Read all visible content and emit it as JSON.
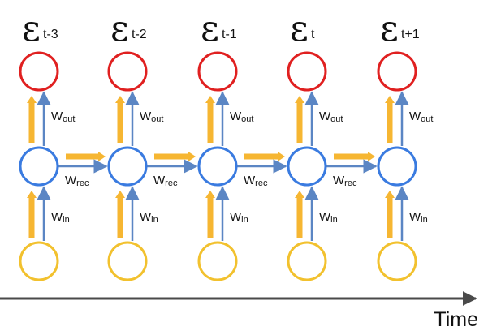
{
  "columns": [
    {
      "error_symbol": "ε",
      "error_subscript": "t-3"
    },
    {
      "error_symbol": "ε",
      "error_subscript": "t-2"
    },
    {
      "error_symbol": "ε",
      "error_subscript": "t-1"
    },
    {
      "error_symbol": "ε",
      "error_subscript": "t"
    },
    {
      "error_symbol": "ε",
      "error_subscript": "t+1"
    }
  ],
  "weights": {
    "out": {
      "main": "W",
      "sub": "out"
    },
    "rec": {
      "main": "W",
      "sub": "rec"
    },
    "in": {
      "main": "W",
      "sub": "in"
    }
  },
  "time_axis": {
    "label": "Time"
  },
  "colors": {
    "output_node": "#e02020",
    "hidden_node": "#3a7be0",
    "input_node": "#f2c12e",
    "connection": "#5b86c4",
    "gradient_arrow": "#f6b632",
    "time_axis": "#4a4a4a"
  }
}
